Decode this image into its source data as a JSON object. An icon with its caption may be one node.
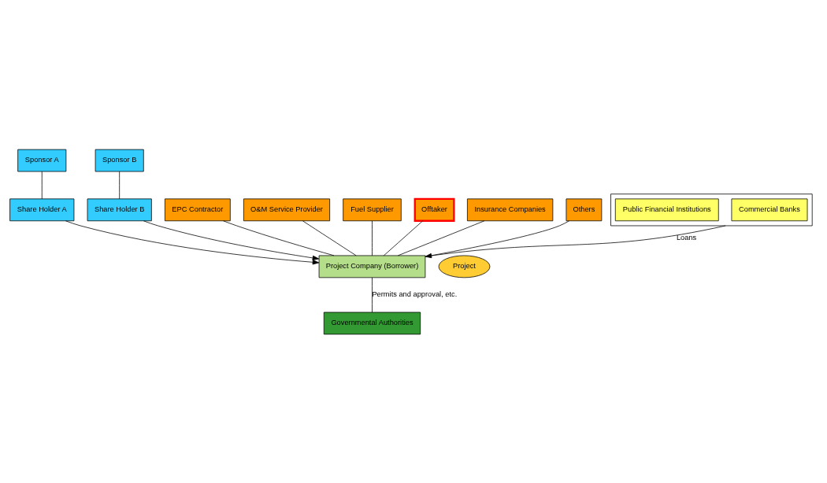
{
  "diagram": {
    "nodes": [
      {
        "text": [
          "Sponsor A"
        ]
      },
      {
        "text": [
          "Sponsor B"
        ]
      },
      {
        "text": [
          "Share Holder A"
        ]
      },
      {
        "text": [
          "Share Holder B"
        ]
      },
      {
        "text": [
          "EPC Contractor"
        ]
      },
      {
        "text": [
          "O&M Service Provider"
        ]
      },
      {
        "text": [
          "Fuel Supplier"
        ]
      },
      {
        "text": [
          "Offtaker"
        ]
      },
      {
        "text": [
          "Insurance Companies"
        ]
      },
      {
        "text": [
          "Others"
        ]
      },
      {
        "text": [
          "Project Company (Borrower)"
        ]
      },
      {
        "text": [
          "Project"
        ]
      },
      {
        "text": [],
        "shape": "box"
      },
      {
        "text": [
          "Commercial Banks"
        ],
        "in": 12
      },
      {
        "text": [
          "Public Financial Institutions"
        ],
        "in": 12
      },
      {
        "text": [
          "Governmental Authorities"
        ]
      }
    ],
    "edges": [
      {
        "from": 0,
        "to": 2,
        "arrow": "none"
      },
      {
        "from": 1,
        "to": 3,
        "arrow": "none"
      },
      {
        "from": 2,
        "to": 10,
        "arrow": "to"
      },
      {
        "from": 3,
        "to": 10,
        "arrow": "to"
      },
      {
        "from": 4,
        "to": 10,
        "arrow": "none"
      },
      {
        "from": 5,
        "to": 10,
        "arrow": "none"
      },
      {
        "from": 6,
        "to": 10,
        "arrow": "none"
      },
      {
        "from": 7,
        "to": 10,
        "arrow": "none"
      },
      {
        "from": 8,
        "to": 10,
        "arrow": "none"
      },
      {
        "from": 9,
        "to": 10,
        "arrow": "none"
      },
      {
        "from": 12,
        "to": 10,
        "arrow": "to",
        "label": "Loans"
      },
      {
        "from": 10,
        "to": 15,
        "arrow": "none",
        "label": "Permits and approval, etc."
      }
    ]
  }
}
